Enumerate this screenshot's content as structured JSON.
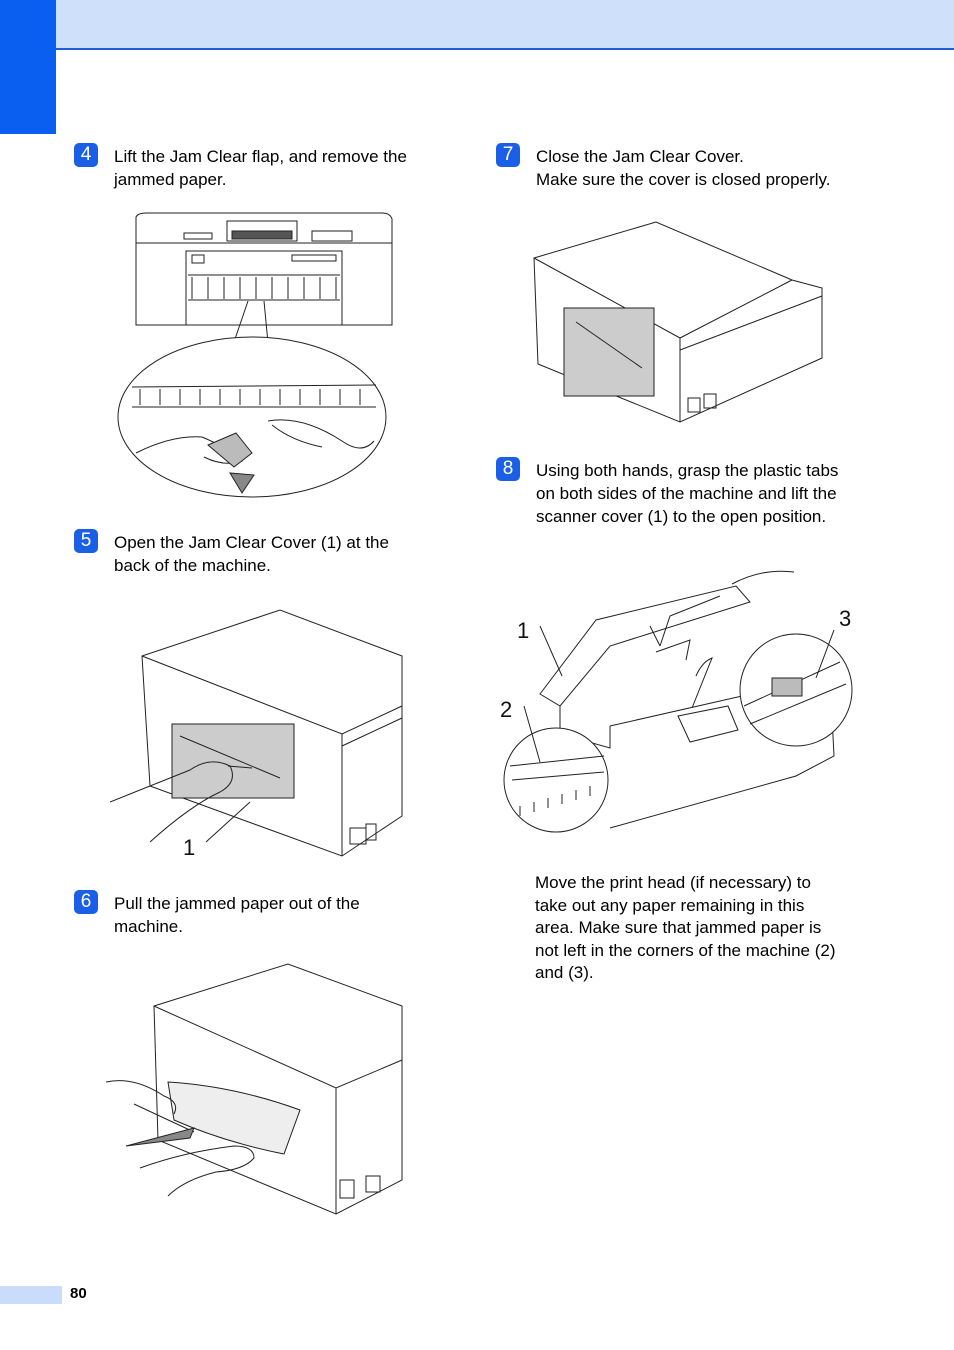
{
  "steps": [
    {
      "num": "4",
      "text": "Lift the Jam Clear flap, and remove the\njammed paper."
    },
    {
      "num": "5",
      "text": "Open the Jam Clear Cover (1) at the\nback of the machine."
    },
    {
      "num": "6",
      "text": "Pull the jammed paper out of the\nmachine."
    },
    {
      "num": "7",
      "text": "Close the Jam Clear Cover.\nMake sure the cover is closed properly."
    },
    {
      "num": "8",
      "text": "Using both hands, grasp the plastic tabs\non both sides of the machine and lift the\nscanner cover (1) to the open position."
    }
  ],
  "note": "Move the print head (if necessary) to\ntake out any paper remaining in this\narea. Make sure that jammed paper is\nnot left in the corners of the machine (2)\nand (3).",
  "callouts": {
    "step5_cover": "1",
    "step8_scanner_cover": "1",
    "step8_corner_left": "2",
    "step8_corner_right": "3"
  },
  "page_number": "80",
  "colors": {
    "accent": "#0a5ff0",
    "band": "#cfe0fb"
  }
}
